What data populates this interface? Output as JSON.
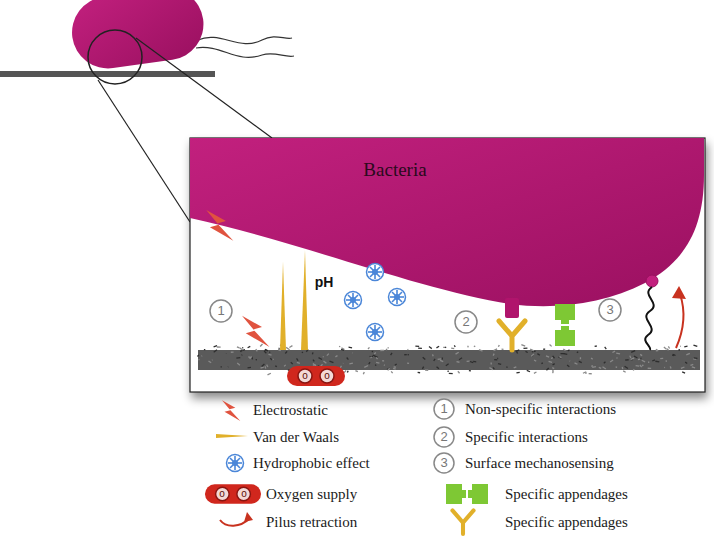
{
  "diagram": {
    "nodes": [
      {
        "text": [
          "Bacteria"
        ]
      }
    ],
    "labels": [
      "1",
      "2",
      "3",
      "pH",
      "o",
      "o",
      "1",
      "2",
      "3",
      "o",
      "o"
    ],
    "legend": [
      {
        "text": "Electrostatic"
      },
      {
        "text": "Van der Waals"
      },
      {
        "text": "Hydrophobic effect"
      },
      {
        "text": "Oxygen supply"
      },
      {
        "text": "Pilus retraction"
      },
      {
        "text": "Non-specific interactions"
      },
      {
        "text": "Specific interactions"
      },
      {
        "text": "Surface mechanosensing"
      },
      {
        "text": "Specific appendages"
      },
      {
        "text": "Specific appendages"
      }
    ]
  }
}
